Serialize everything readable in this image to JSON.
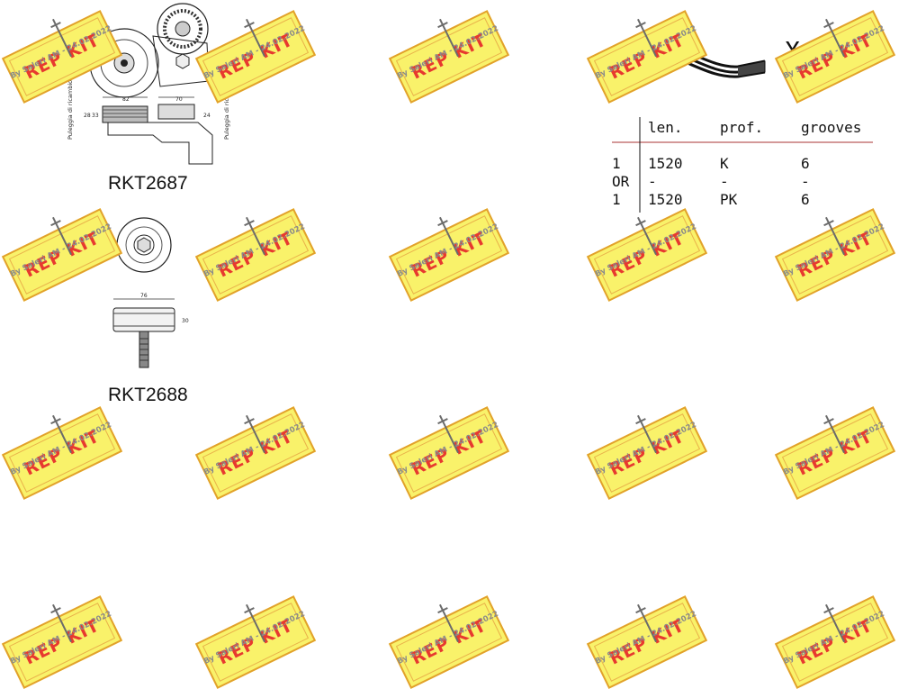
{
  "watermark": {
    "brand": "REP KIT",
    "caption": "By Saleri AM - 24.02.2022"
  },
  "parts": [
    {
      "code": "RKT2687"
    },
    {
      "code": "RKT2688"
    }
  ],
  "tensioner_drawing": {
    "labels": [
      "82",
      "70",
      "28",
      "33",
      "24",
      "Puleggia di ricambio T1992",
      "Puleggia di ricambio T2"
    ]
  },
  "idler_drawing": {
    "labels": [
      "76",
      "30"
    ]
  },
  "belt": {
    "quantity_label": "X 1",
    "table": {
      "headers": [
        "",
        "len.",
        "prof.",
        "grooves"
      ],
      "rows": [
        [
          "1",
          "1520",
          "K",
          "6"
        ],
        [
          "OR",
          "-",
          "-",
          "-"
        ],
        [
          "1",
          "1520",
          "PK",
          "6"
        ]
      ]
    }
  },
  "colors": {
    "stamp_fill": "#f9f26a",
    "stamp_border": "#e2a12c",
    "brand_red": "#e7392f",
    "caption_grey": "#8a8a8a"
  }
}
